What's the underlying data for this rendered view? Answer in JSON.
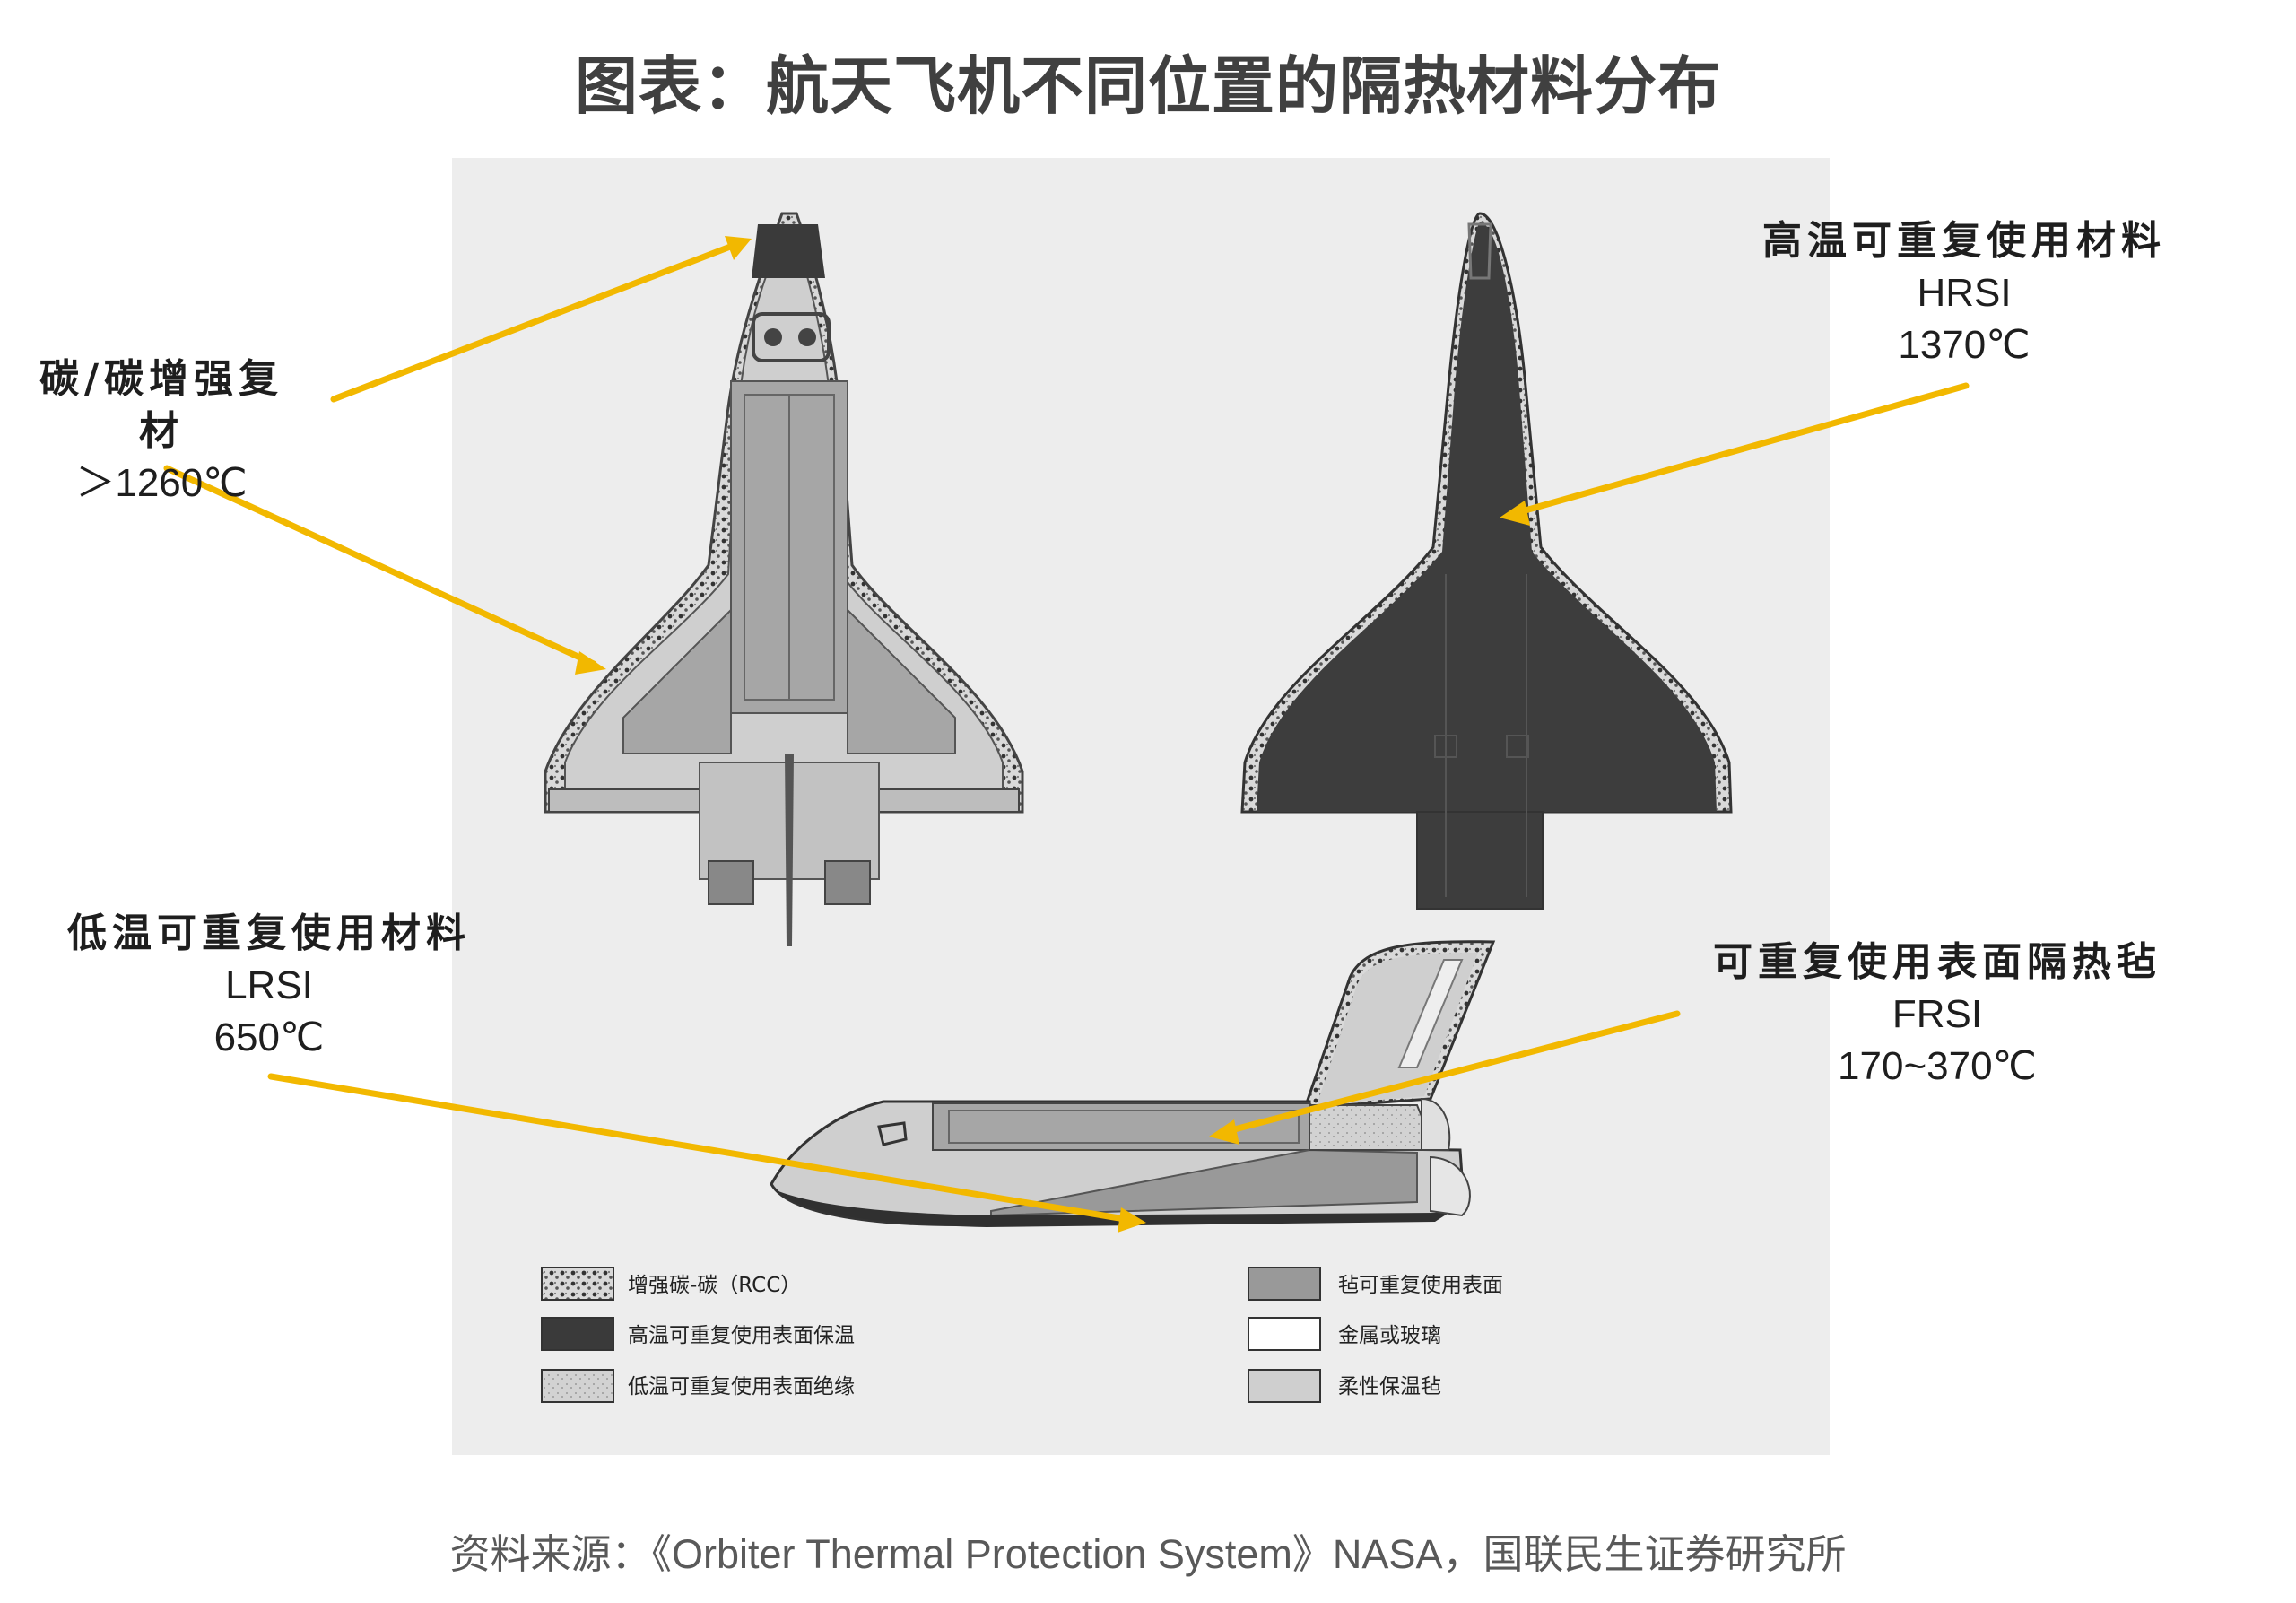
{
  "title": "图表：航天飞机不同位置的隔热材料分布",
  "annotations": {
    "rcc": {
      "cn": "碳/碳增强复材",
      "temp": "＞1260℃"
    },
    "hrsi": {
      "cn": "高温可重复使用材料",
      "code": "HRSI",
      "temp": "1370℃"
    },
    "lrsi": {
      "cn": "低温可重复使用材料",
      "code": "LRSI",
      "temp": "650℃"
    },
    "frsi": {
      "cn": "可重复使用表面隔热毡",
      "code": "FRSI",
      "temp": "170~370℃"
    }
  },
  "legend": {
    "items": [
      {
        "label": "增强碳-碳（RCC）"
      },
      {
        "label": "高温可重复使用表面保温"
      },
      {
        "label": "低温可重复使用表面绝缘"
      },
      {
        "label": "毡可重复使用表面"
      },
      {
        "label": "金属或玻璃"
      },
      {
        "label": "柔性保温毡"
      }
    ]
  },
  "colors": {
    "arrow": "#f2b800",
    "hrsi_black": "#3a3a3a",
    "lrsi_light": "#c8c8c8",
    "frsi_gray": "#999999",
    "panel_bg": "#ededed"
  },
  "source": "资料来源：《Orbiter Thermal Protection System》NASA，国联民生证券研究所"
}
